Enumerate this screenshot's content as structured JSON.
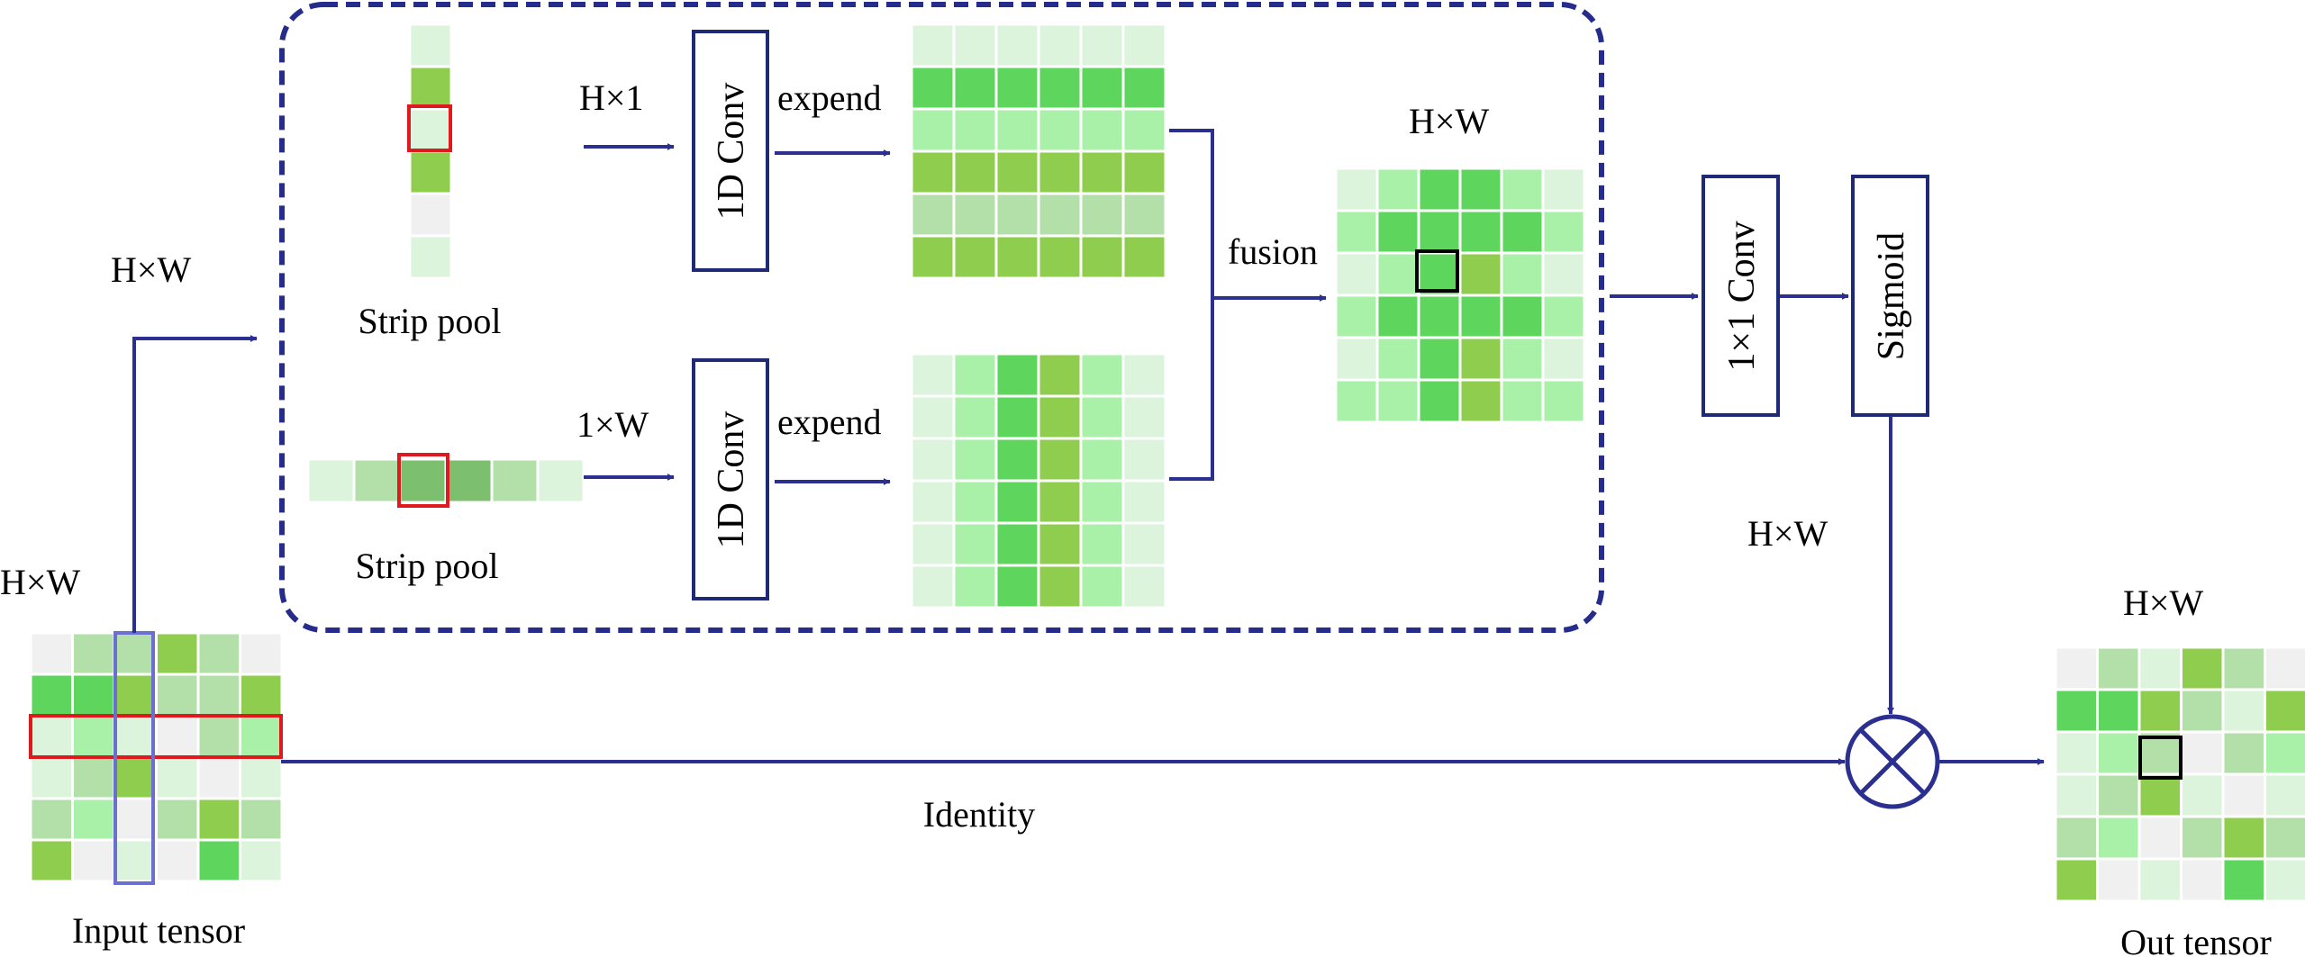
{
  "labels": {
    "input_tensor": "Input tensor",
    "out_tensor": "Out tensor",
    "identity": "Identity",
    "strip_pool_top": "Strip pool",
    "strip_pool_bottom": "Strip pool",
    "dim_input": "H×W",
    "dim_branch": "H×W",
    "dim_h1": "H×1",
    "dim_1w": "1×W",
    "dim_fusion": "H×W",
    "dim_sigmoid_out": "H×W",
    "dim_out": "H×W",
    "expend_top": "expend",
    "expend_bottom": "expend",
    "fusion": "fusion",
    "conv1d_top": "1D Conv",
    "conv1d_bottom": "1D Conv",
    "conv1x1": "1×1 Conv",
    "sigmoid": "Sigmoid"
  },
  "colors": {
    "line": "#2B2F8F",
    "box_stroke": "#1E2A78",
    "dashed_border": "#262C8C",
    "highlight_red": "#E0191F",
    "highlight_blue": "#6A6FD0",
    "highlight_black": "#000000",
    "c1": "#5ED65E",
    "c2": "#8FCD4E",
    "c3": "#A9F0A9",
    "c4": "#B3E0A8",
    "c5": "#DCF3DC",
    "c6": "#F0F0F0",
    "c7": "#7BBF6F",
    "c8": "#5CD65C"
  },
  "grids": {
    "input": [
      [
        "c6",
        "c4",
        "c4",
        "c2",
        "c4",
        "c6"
      ],
      [
        "c1",
        "c1",
        "c2",
        "c4",
        "c4",
        "c2"
      ],
      [
        "c5",
        "c3",
        "c5",
        "c6",
        "c4",
        "c3"
      ],
      [
        "c5",
        "c4",
        "c2",
        "c5",
        "c6",
        "c5"
      ],
      [
        "c4",
        "c3",
        "c6",
        "c4",
        "c2",
        "c4"
      ],
      [
        "c2",
        "c6",
        "c5",
        "c6",
        "c1",
        "c5"
      ]
    ],
    "strip_v": [
      "c5",
      "c2",
      "c5",
      "c2",
      "c6",
      "c5"
    ],
    "strip_h": [
      "c5",
      "c4",
      "c7",
      "c7",
      "c4",
      "c5"
    ],
    "row_expanded": [
      [
        "c5",
        "c5",
        "c5",
        "c5",
        "c5",
        "c5"
      ],
      [
        "c1",
        "c1",
        "c1",
        "c1",
        "c1",
        "c1"
      ],
      [
        "c3",
        "c3",
        "c3",
        "c3",
        "c3",
        "c3"
      ],
      [
        "c2",
        "c2",
        "c2",
        "c2",
        "c2",
        "c2"
      ],
      [
        "c4",
        "c4",
        "c4",
        "c4",
        "c4",
        "c4"
      ],
      [
        "c2",
        "c2",
        "c2",
        "c2",
        "c2",
        "c2"
      ]
    ],
    "col_expanded": [
      [
        "c5",
        "c3",
        "c1",
        "c2",
        "c3",
        "c5"
      ],
      [
        "c5",
        "c3",
        "c1",
        "c2",
        "c3",
        "c5"
      ],
      [
        "c5",
        "c3",
        "c1",
        "c2",
        "c3",
        "c5"
      ],
      [
        "c5",
        "c3",
        "c1",
        "c2",
        "c3",
        "c5"
      ],
      [
        "c5",
        "c3",
        "c1",
        "c2",
        "c3",
        "c5"
      ],
      [
        "c5",
        "c3",
        "c1",
        "c2",
        "c3",
        "c5"
      ]
    ],
    "fusion": [
      [
        "c5",
        "c3",
        "c1",
        "c1",
        "c3",
        "c5"
      ],
      [
        "c3",
        "c1",
        "c1",
        "c1",
        "c1",
        "c3"
      ],
      [
        "c5",
        "c3",
        "c8",
        "c2",
        "c3",
        "c5"
      ],
      [
        "c3",
        "c1",
        "c1",
        "c1",
        "c1",
        "c3"
      ],
      [
        "c5",
        "c3",
        "c1",
        "c2",
        "c3",
        "c5"
      ],
      [
        "c3",
        "c3",
        "c1",
        "c2",
        "c3",
        "c3"
      ]
    ],
    "output": [
      [
        "c6",
        "c4",
        "c5",
        "c2",
        "c4",
        "c6"
      ],
      [
        "c1",
        "c1",
        "c2",
        "c4",
        "c5",
        "c2"
      ],
      [
        "c5",
        "c3",
        "c4",
        "c6",
        "c4",
        "c3"
      ],
      [
        "c5",
        "c4",
        "c2",
        "c5",
        "c6",
        "c5"
      ],
      [
        "c4",
        "c3",
        "c6",
        "c4",
        "c2",
        "c4"
      ],
      [
        "c2",
        "c6",
        "c5",
        "c6",
        "c1",
        "c5"
      ]
    ]
  }
}
